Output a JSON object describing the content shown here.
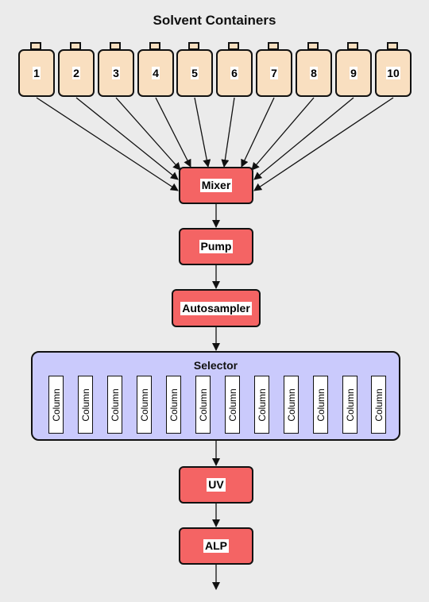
{
  "title": "Solvent Containers",
  "containers": [
    "1",
    "2",
    "3",
    "4",
    "5",
    "6",
    "7",
    "8",
    "9",
    "10"
  ],
  "nodes": {
    "mixer": "Mixer",
    "pump": "Pump",
    "autosampler": "Autosampler",
    "uv": "UV",
    "alp": "ALP"
  },
  "selector": {
    "title": "Selector",
    "columns": [
      "Column",
      "Column",
      "Column",
      "Column",
      "Column",
      "Column",
      "Column",
      "Column",
      "Column",
      "Column",
      "Column",
      "Column"
    ]
  },
  "colors": {
    "background": "#ebebeb",
    "container_fill": "#f9dfc0",
    "node_fill": "#f46464",
    "selector_fill": "#cacafc",
    "stroke": "#111111"
  }
}
